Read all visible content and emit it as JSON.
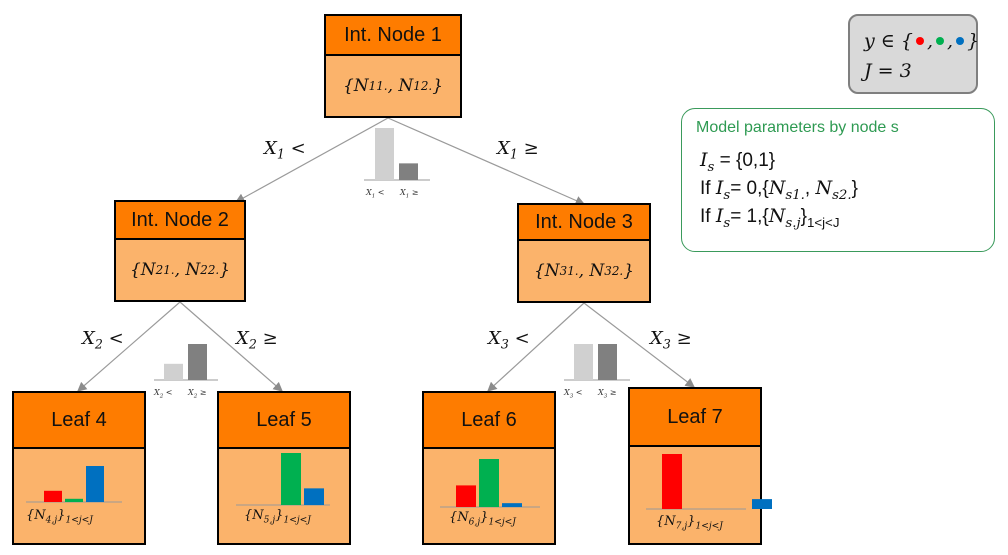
{
  "colors": {
    "red": "#ff0000",
    "green": "#00b050",
    "blue": "#0070c0",
    "header": "#fe7c00",
    "body": "#fbb36b",
    "split_light": "#d0d0d0",
    "split_dark": "#808080"
  },
  "nodes": {
    "n1": {
      "title": "Int. Node 1",
      "counts": "{N11., N12.}"
    },
    "n2": {
      "title": "Int. Node 2",
      "counts": "{N21., N22.}"
    },
    "n3": {
      "title": "Int. Node 3",
      "counts": "{N31., N32.}"
    },
    "leaf4": {
      "title": "Leaf 4",
      "counts": "{N4.j}1<j<J",
      "dist": [
        0.28,
        0.08,
        0.9
      ]
    },
    "leaf5": {
      "title": "Leaf 5",
      "counts": "{N5.j}1<j<J",
      "dist": [
        0.0,
        1.0,
        0.32
      ]
    },
    "leaf6": {
      "title": "Leaf 6",
      "counts": "{N6.j}1<j<J",
      "dist": [
        0.45,
        1.0,
        0.08
      ]
    },
    "leaf7": {
      "title": "Leaf 7",
      "counts": "{N7.j}1<j<J",
      "dist": [
        1.0,
        0.0,
        0.18
      ]
    }
  },
  "edges": {
    "x1_lt": "X1 <",
    "x1_ge": "X1 ≥",
    "x2_lt": "X2 <",
    "x2_ge": "X2 ≥",
    "x3_lt": "X3 <",
    "x3_ge": "X3 ≥"
  },
  "splits": {
    "s1": {
      "lt": "X1 <",
      "ge": "X1 ≥",
      "values": [
        1.0,
        0.32
      ]
    },
    "s2": {
      "lt": "X2 <",
      "ge": "X2 ≥",
      "values": [
        0.45,
        1.0
      ]
    },
    "s3": {
      "lt": "X3 <",
      "ge": "X3 ≥",
      "values": [
        1.0,
        1.0
      ]
    }
  },
  "legend": {
    "line1": "y ∈ {",
    "line2": "J = 3"
  },
  "params": {
    "title": "Model parameters by node s",
    "line1": "I_s = {0,1}",
    "line2": "If I_s = 0, {N_s1., N_s2.}",
    "line3": "If I_s = 1, {N_s.j}_1<j<J"
  }
}
